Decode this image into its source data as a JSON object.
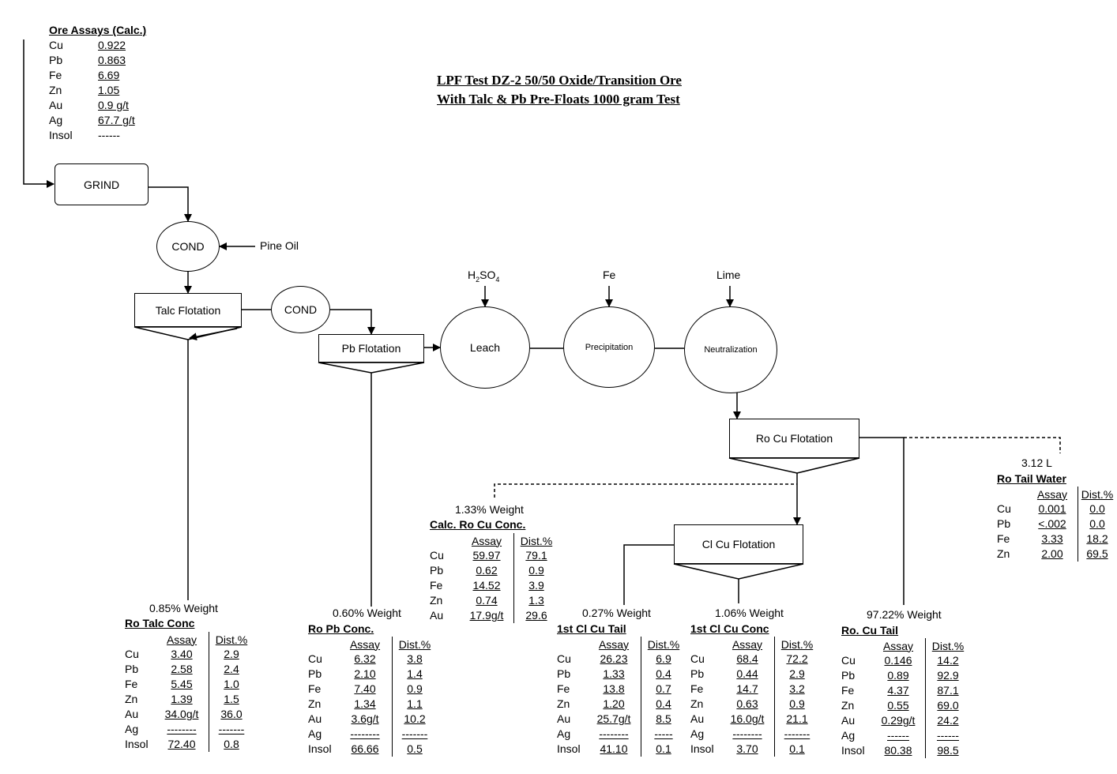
{
  "title": {
    "line1": "LPF Test DZ-2 50/50 Oxide/Transition Ore",
    "line2": "With Talc & Pb Pre-Floats 1000 gram Test"
  },
  "ore_assays": {
    "heading": "Ore Assays (Calc.)",
    "rows": [
      {
        "el": "Cu",
        "val": "0.922"
      },
      {
        "el": "Pb",
        "val": "0.863"
      },
      {
        "el": "Fe",
        "val": "6.69"
      },
      {
        "el": "Zn",
        "val": "1.05"
      },
      {
        "el": "Au",
        "val": "0.9 g/t"
      },
      {
        "el": "Ag",
        "val": "67.7 g/t"
      },
      {
        "el": "Insol",
        "val": "------"
      }
    ]
  },
  "units": {
    "grind": "GRIND",
    "cond1": "COND",
    "pine_oil": "Pine Oil",
    "talc_flotation": "Talc Flotation",
    "cond2": "COND",
    "pb_flotation": "Pb Flotation",
    "leach": "Leach",
    "precipitation": "Precipitation",
    "neutralization": "Neutralization",
    "h2so4_main": "H",
    "h2so4_sub1": "2",
    "h2so4_mid": "SO",
    "h2so4_sub2": "4",
    "fe_reagent": "Fe",
    "lime": "Lime",
    "ro_cu_flotation": "Ro Cu Flotation",
    "cl_cu_flotation": "Cl Cu Flotation"
  },
  "headers": {
    "assay": "Assay",
    "dist": "Dist.%"
  },
  "products": {
    "talc": {
      "weight": "0.85% Weight",
      "name": "Ro Talc Conc",
      "rows": [
        {
          "el": "Cu",
          "assay": "3.40",
          "dist": "2.9"
        },
        {
          "el": "Pb",
          "assay": "2.58",
          "dist": "2.4"
        },
        {
          "el": "Fe",
          "assay": "5.45",
          "dist": "1.0"
        },
        {
          "el": "Zn",
          "assay": "1.39",
          "dist": "1.5"
        },
        {
          "el": "Au",
          "assay": "34.0g/t",
          "dist": "36.0"
        },
        {
          "el": "Ag",
          "assay": "--------",
          "dist": "-------"
        },
        {
          "el": "Insol",
          "assay": "72.40",
          "dist": "0.8"
        }
      ]
    },
    "pb": {
      "weight": "0.60% Weight",
      "name": "Ro Pb Conc.",
      "rows": [
        {
          "el": "Cu",
          "assay": "6.32",
          "dist": "3.8"
        },
        {
          "el": "Pb",
          "assay": "2.10",
          "dist": "1.4"
        },
        {
          "el": "Fe",
          "assay": "7.40",
          "dist": "0.9"
        },
        {
          "el": "Zn",
          "assay": "1.34",
          "dist": "1.1"
        },
        {
          "el": "Au",
          "assay": "3.6g/t",
          "dist": "10.2"
        },
        {
          "el": "Ag",
          "assay": "--------",
          "dist": "-------"
        },
        {
          "el": "Insol",
          "assay": "66.66",
          "dist": "0.5"
        }
      ]
    },
    "calc_ro_cu": {
      "weight": "1.33% Weight",
      "name": "Calc. Ro Cu Conc.",
      "rows": [
        {
          "el": "Cu",
          "assay": "59.97",
          "dist": "79.1"
        },
        {
          "el": "Pb",
          "assay": "0.62",
          "dist": "0.9"
        },
        {
          "el": "Fe",
          "assay": "14.52",
          "dist": "3.9"
        },
        {
          "el": "Zn",
          "assay": "0.74",
          "dist": "1.3"
        },
        {
          "el": "Au",
          "assay": "17.9g/t",
          "dist": "29.6"
        }
      ]
    },
    "cl_tail": {
      "weight": "0.27% Weight",
      "name": "1st Cl Cu Tail",
      "rows": [
        {
          "el": "Cu",
          "assay": "26.23",
          "dist": "6.9"
        },
        {
          "el": "Pb",
          "assay": "1.33",
          "dist": "0.4"
        },
        {
          "el": "Fe",
          "assay": "13.8",
          "dist": "0.7"
        },
        {
          "el": "Zn",
          "assay": "1.20",
          "dist": "0.4"
        },
        {
          "el": "Au",
          "assay": "25.7g/t",
          "dist": "8.5"
        },
        {
          "el": "Ag",
          "assay": "--------",
          "dist": "-----"
        },
        {
          "el": "Insol",
          "assay": "41.10",
          "dist": "0.1"
        }
      ]
    },
    "cl_conc": {
      "weight": "1.06% Weight",
      "name": "1st Cl Cu Conc",
      "rows": [
        {
          "el": "Cu",
          "assay": "68.4",
          "dist": "72.2"
        },
        {
          "el": "Pb",
          "assay": "0.44",
          "dist": "2.9"
        },
        {
          "el": "Fe",
          "assay": "14.7",
          "dist": "3.2"
        },
        {
          "el": "Zn",
          "assay": "0.63",
          "dist": "0.9"
        },
        {
          "el": "Au",
          "assay": "16.0g/t",
          "dist": "21.1"
        },
        {
          "el": "Ag",
          "assay": "--------",
          "dist": "-------"
        },
        {
          "el": "Insol",
          "assay": "3.70",
          "dist": "0.1"
        }
      ]
    },
    "ro_tail": {
      "weight": "97.22% Weight",
      "name": "Ro. Cu Tail",
      "rows": [
        {
          "el": "Cu",
          "assay": "0.146",
          "dist": "14.2"
        },
        {
          "el": "Pb",
          "assay": "0.89",
          "dist": "92.9"
        },
        {
          "el": "Fe",
          "assay": "4.37",
          "dist": "87.1"
        },
        {
          "el": "Zn",
          "assay": "0.55",
          "dist": "69.0"
        },
        {
          "el": "Au",
          "assay": "0.29g/t",
          "dist": "24.2"
        },
        {
          "el": "Ag",
          "assay": "------",
          "dist": "------"
        },
        {
          "el": "Insol",
          "assay": "80.38",
          "dist": "98.5"
        }
      ]
    },
    "tail_water": {
      "weight": "3.12 L",
      "name": "Ro Tail Water",
      "rows": [
        {
          "el": "Cu",
          "assay": "0.001",
          "dist": "0.0"
        },
        {
          "el": "Pb",
          "assay": "<.002",
          "dist": "0.0"
        },
        {
          "el": "Fe",
          "assay": "3.33",
          "dist": "18.2"
        },
        {
          "el": "Zn",
          "assay": "2.00",
          "dist": "69.5"
        }
      ]
    }
  }
}
